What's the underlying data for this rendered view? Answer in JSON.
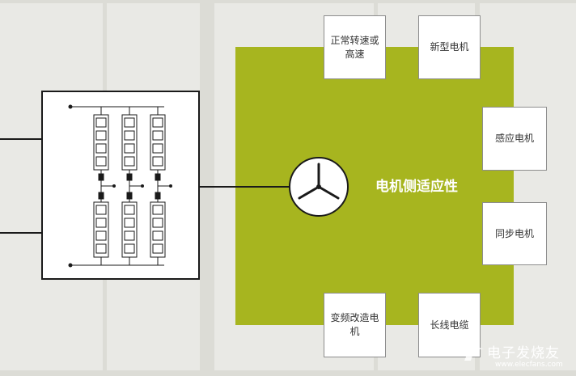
{
  "diagram": {
    "center_label": "电机侧适应性",
    "boxes": [
      {
        "id": "normal-or-high-speed",
        "label": "正常转速或高速"
      },
      {
        "id": "new-motor",
        "label": "新型电机"
      },
      {
        "id": "induction-motor",
        "label": "感应电机"
      },
      {
        "id": "synchronous-motor",
        "label": "同步电机"
      },
      {
        "id": "vfd-retrofit-motor",
        "label": "变频改造电机"
      },
      {
        "id": "long-cable",
        "label": "长线电缆"
      }
    ]
  },
  "watermark": {
    "text": "电子发烧友",
    "url": "www.elecfans.com"
  },
  "colors": {
    "accent": "#a7b51f",
    "line": "#1a1a1a"
  }
}
